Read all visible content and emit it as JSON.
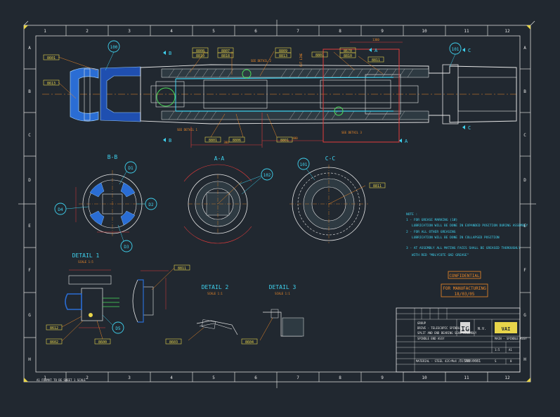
{
  "grid": {
    "columns": [
      "1",
      "2",
      "3",
      "4",
      "5",
      "6",
      "7",
      "8",
      "9",
      "10",
      "11",
      "12"
    ],
    "rows": [
      "A",
      "B",
      "C",
      "D",
      "E",
      "F",
      "G",
      "H"
    ]
  },
  "bottom_note": "A1 FORMAT TO BE SHEET 1 SCALE",
  "balloons": {
    "b100": "100",
    "b101": "101",
    "b102": "102",
    "b101b": "101",
    "d1": "D1",
    "d2": "D2",
    "d3": "D3",
    "d4": "D4",
    "d5": "D5"
  },
  "section_marks": {
    "b_top": "B",
    "b_bottom": "B",
    "a_top": "A",
    "a_bottom": "A",
    "c_top": "C",
    "c_bottom": "C"
  },
  "views": {
    "bb": "B-B",
    "aa": "A-A",
    "cc": "C-C",
    "detail1": "DETAIL 1",
    "detail1_scale": "SCALE 1:5",
    "detail2": "DETAIL 2",
    "detail2_scale": "SCALE 1:1",
    "detail3": "DETAIL 3",
    "detail3_scale": "SCALE 1:1"
  },
  "part_tags": {
    "t1": "8601",
    "t2": "8613",
    "t3": "8808",
    "t4": "8810",
    "t5": "8807",
    "t6": "8818",
    "t7": "8809",
    "t8": "8813",
    "t9": "8801",
    "t10": "8670",
    "t11": "8810",
    "t12": "8811",
    "t13": "8801",
    "t14": "8806",
    "t15": "8801",
    "t16": "8811",
    "t17": "8612",
    "t18": "8602",
    "t19": "8600",
    "t20": "8811",
    "t21": "8603",
    "t22": "8604"
  },
  "leader_notes": {
    "n1": "SEE DETAIL 2",
    "n2": "SEE DETAIL 1",
    "n3": "SEE DETAIL 3",
    "n4": "CUT LINE"
  },
  "notes": {
    "heading": "NOTE :",
    "n1": "1 - FOR GREASE MARKING (1Ø)",
    "n1b": "LUBRICATION WILL BE DONE IN EXPANDED POSITION DURING ASSEMBLY",
    "n2": "2 - FOR ALL OTHER GREASING",
    "n2b": "LUBRICATION WILL BE DONE IN COLLAPSED POSITION",
    "n3": "3 - AT ASSEMBLY ALL MATING FACES SHALL BE GREASED THOROUGHLY",
    "n3b": "WITH RED \"MOLYCOTE GN2 GREASE\""
  },
  "stamps": {
    "confidential": "CONFIDENTIAL",
    "for_manufacturing": "FOR MANUFACTURING",
    "date": "18/03/05"
  },
  "title_block": {
    "company": "GROUP",
    "company_short": "IG",
    "project": "MAIN - SPINDLE ASSY",
    "description1": "DRIVE - TELESCOPIC SPINDLE LINE",
    "description2": "SPLIT AND END BEARING SEAL ASSEMBLY",
    "description3": "SPINDLE END ASSY",
    "scale": "1:5",
    "sheet": "A1",
    "drawing_no": "3 500 0081",
    "material_row": "MATERIAL - STEEL 42CrMo4 / 1.7225",
    "size_a": "S",
    "rev": "0",
    "logo": "VAI",
    "label_r": "N.V."
  }
}
